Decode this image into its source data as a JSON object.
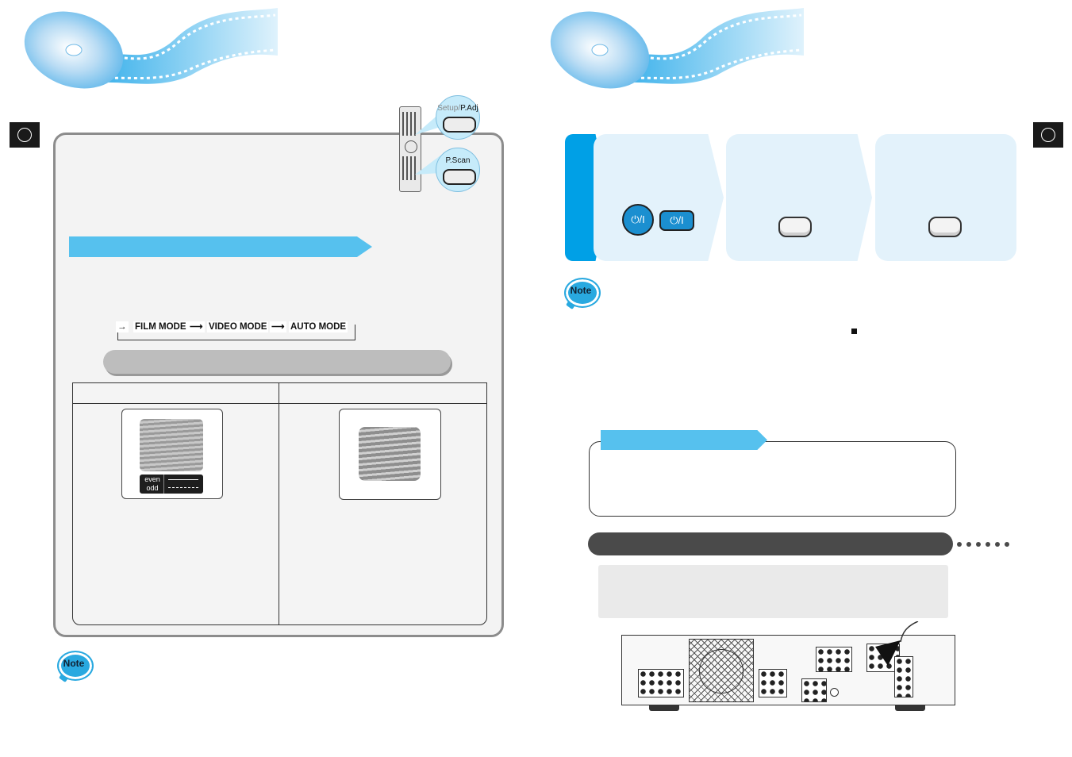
{
  "left_page": {
    "language_badge": "",
    "remote_callouts": [
      {
        "label_prefix": "Setup/",
        "label_suffix": "P.Adj"
      },
      {
        "label": "P.Scan"
      }
    ],
    "scan_modes": [
      "FILM MODE",
      "VIDEO MODE",
      "AUTO MODE"
    ],
    "legend": {
      "even": "even",
      "odd": "odd"
    },
    "note_word": "Note"
  },
  "right_page": {
    "language_badge": "",
    "power_icons": [
      "⏻/I",
      "⏻/I"
    ],
    "note_word": "Note"
  },
  "colors": {
    "accent_blue": "#56c1ee",
    "deep_blue": "#00a0e6",
    "panel_grey": "#f3f3f3",
    "dark_bar": "#4a4a4a"
  }
}
